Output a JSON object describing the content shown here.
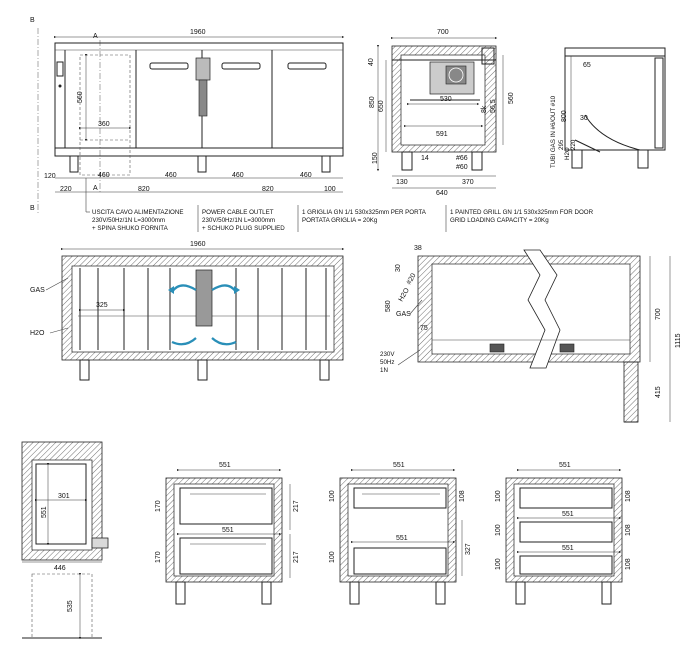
{
  "section_letters": {
    "b": "B",
    "a": "A"
  },
  "front_view": {
    "overall_width": "1960",
    "dims_bottom": [
      "120",
      "220",
      "460",
      "820",
      "460",
      "460",
      "820",
      "460",
      "100"
    ],
    "height_560": "560",
    "width_360": "360"
  },
  "side_view": {
    "width_700": "700",
    "v850": "850",
    "v650": "650",
    "v40": "40",
    "v150": "150",
    "v530": "530",
    "v560": "560",
    "v8k": "8k",
    "v565": "56,5",
    "v591": "591",
    "v14": "14",
    "v66": "#66",
    "v60": "#60",
    "v130": "130",
    "v370": "370",
    "v640": "640"
  },
  "rear_view": {
    "v65": "65",
    "v800": "800",
    "v30": "30",
    "v295": "295",
    "v220": "220",
    "gas_label": "GAS",
    "h2o_label": "H2O",
    "tubi_label": "TUBI GAS IN #6/OUT #10"
  },
  "notes": [
    {
      "lines": [
        "USCITA CAVO ALIMENTAZIONE",
        "230V/50Hz/1N L=3000mm",
        "+ SPINA SHUKO FORNITA"
      ]
    },
    {
      "lines": [
        "POWER CABLE OUTLET",
        "230V/50Hz/1N L=3000mm",
        "+ SCHUKO PLUG SUPPLIED"
      ]
    },
    {
      "lines": [
        "1 GRIGLIA GN 1/1 530x325mm PER PORTA",
        "PORTATA GRIGLIA = 20Kg"
      ]
    },
    {
      "lines": [
        "1 PAINTED GRILL GN 1/1 530x325mm FOR DOOR",
        "GRID LOADING CAPACITY = 20Kg"
      ]
    }
  ],
  "plan_view": {
    "overall_width": "1960",
    "gas_label": "GAS",
    "h2o_label": "H2O",
    "v325": "325"
  },
  "section_view": {
    "v38": "38",
    "v30": "30",
    "v20": "#20",
    "h2o": "H2O",
    "gas": "GAS",
    "v580": "580",
    "v75": "75",
    "v700": "700",
    "v1115": "1115",
    "v415": "415",
    "power": [
      "230V",
      "50Hz",
      "1N"
    ]
  },
  "bottom_views": {
    "door": {
      "v301": "301",
      "v551": "551",
      "v446": "446",
      "v535": "535"
    },
    "drawers_a": {
      "top": "551",
      "mid": "551",
      "v170a": "170",
      "v170b": "170",
      "v217a": "217",
      "v217b": "217"
    },
    "drawers_b": {
      "top": "551",
      "mid": "551",
      "v100a": "100",
      "v100b": "100",
      "v108": "108",
      "v327": "327"
    },
    "drawers_c": {
      "top": "551",
      "mid": "551",
      "low": "551",
      "v100a": "100",
      "v100b": "100",
      "v100c": "100",
      "v108a": "108",
      "v108b": "108",
      "v108c": "108"
    }
  }
}
